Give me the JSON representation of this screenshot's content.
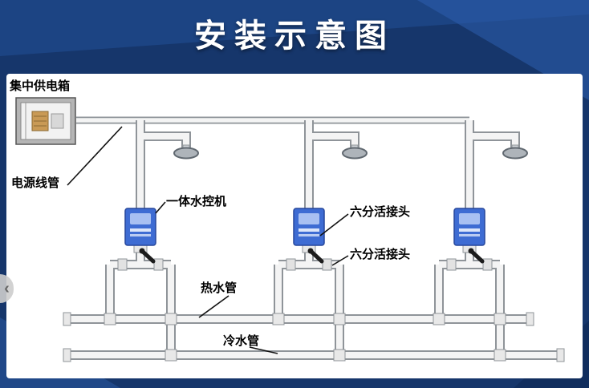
{
  "title": "安装示意图",
  "overlay": {
    "back_arrow": "‹"
  },
  "diagram": {
    "shower_unit_count": 3,
    "labels": {
      "power_box": "集中供电箱",
      "power_conduit": "电源线管",
      "water_controller": "一体水控机",
      "union_joint_upper": "六分活接头",
      "union_joint_lower": "六分活接头",
      "hot_water_pipe": "热水管",
      "cold_water_pipe": "冷水管"
    }
  },
  "colors": {
    "background": "#16366b",
    "background_accent": "#2d5fae",
    "panel": "#ffffff",
    "title_text": "#ffffff",
    "label_text": "#000000",
    "controller_body": "#3e6cd3",
    "controller_screen": "#a8c0f2",
    "pipe_fill": "#f4f4f4",
    "pipe_outline": "#8f9499"
  }
}
